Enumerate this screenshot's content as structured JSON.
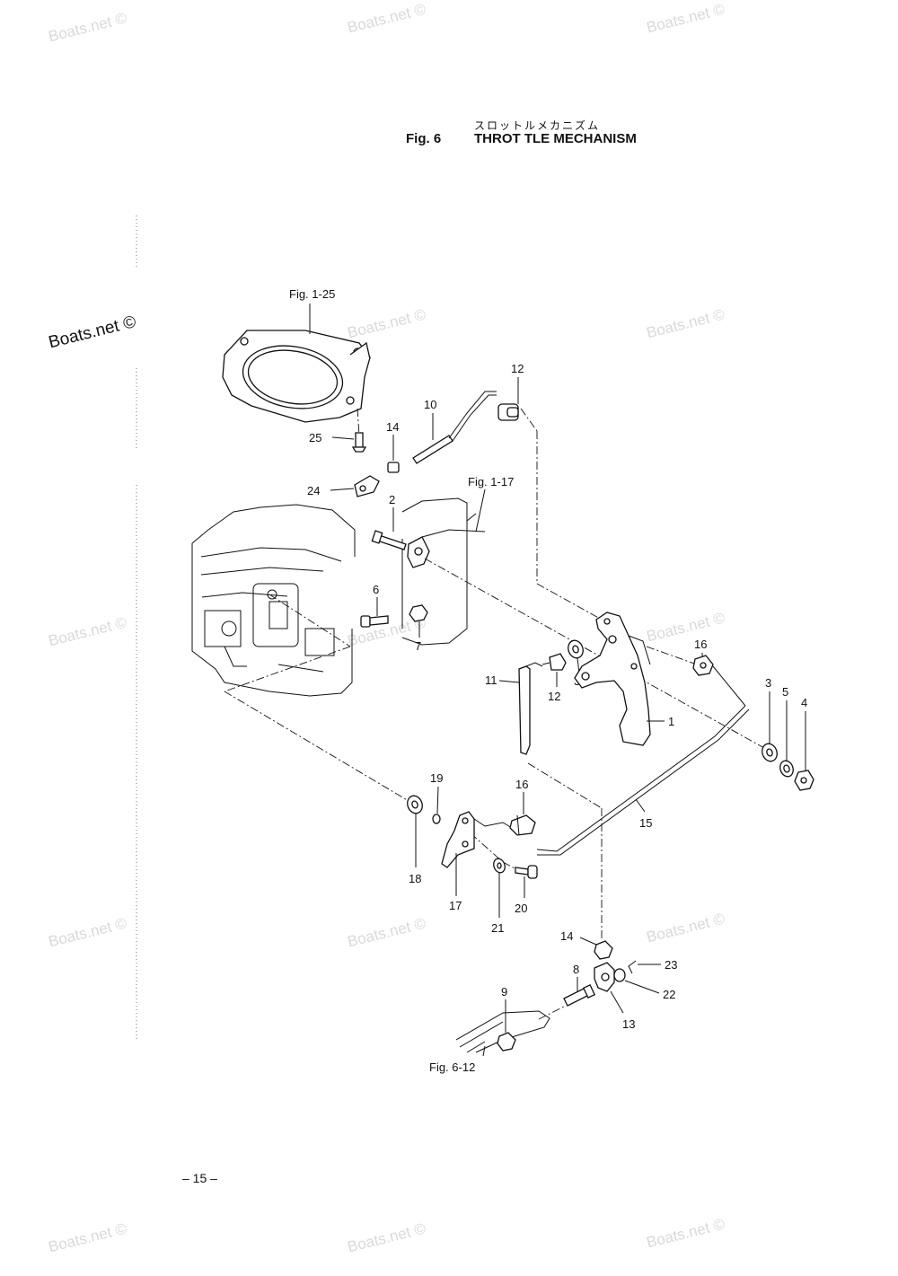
{
  "watermark": "Boats.net ©",
  "header": {
    "japanese_title": "スロットルメカニズム",
    "fig_label": "Fig. 6",
    "title": "THROT TLE MECHANISM"
  },
  "references": {
    "ref_1_25": "Fig. 1-25",
    "ref_1_17": "Fig. 1-17",
    "ref_6_12": "Fig. 6-12"
  },
  "callouts": {
    "c1": "1",
    "c2": "2",
    "c3a": "3",
    "c3b": "3",
    "c4": "4",
    "c5": "5",
    "c6": "6",
    "c7": "7",
    "c8": "8",
    "c9": "9",
    "c10": "10",
    "c11": "11",
    "c12a": "12",
    "c12b": "12",
    "c13": "13",
    "c14a": "14",
    "c14b": "14",
    "c15": "15",
    "c16a": "16",
    "c16b": "16",
    "c17": "17",
    "c18": "18",
    "c19": "19",
    "c20": "20",
    "c21": "21",
    "c22": "22",
    "c23": "23",
    "c24": "24",
    "c25": "25"
  },
  "footer": {
    "page_number": "– 15 –"
  }
}
